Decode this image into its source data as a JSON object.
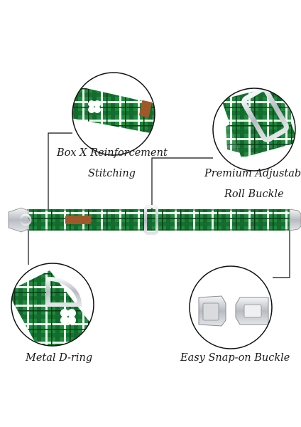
{
  "callouts": {
    "box_x": {
      "line1": "Box X Reinforcement",
      "line2": "Stitching"
    },
    "buckle_adjust": {
      "line1": "Premium Adjustable",
      "line2": "Roll Buckle"
    },
    "d_ring": {
      "label": "Metal D-ring"
    },
    "snap": {
      "label": "Easy Snap-on Buckle"
    }
  },
  "colors": {
    "plaid_green": "#1f8a3c",
    "plaid_dark": "#0f5a26",
    "plaid_white": "#ffffff",
    "metal": "#c9ccd1",
    "leather_tag": "#a0582a",
    "line": "#111111"
  }
}
